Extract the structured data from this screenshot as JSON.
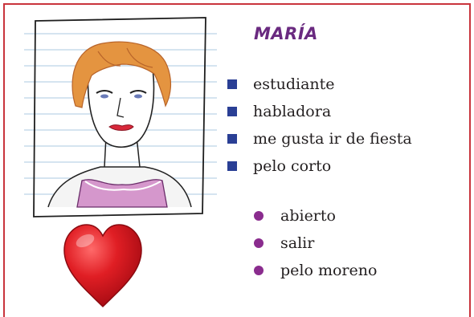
{
  "profile": {
    "name": "MARÍA",
    "traits": [
      {
        "label": "estudiante"
      },
      {
        "label": "habladora"
      },
      {
        "label": "me gusta ir de fiesta"
      },
      {
        "label": "pelo corto"
      }
    ],
    "likes": [
      {
        "label": "abierto"
      },
      {
        "label": "salir"
      },
      {
        "label": "pelo moreno"
      }
    ]
  },
  "colors": {
    "border": "#c9343c",
    "title": "#6a2a80",
    "square_bullet": "#2a3f95",
    "round_bullet": "#8a2c8e"
  },
  "icons": {
    "portrait": "portrait-drawing-icon",
    "heart": "heart-icon"
  }
}
